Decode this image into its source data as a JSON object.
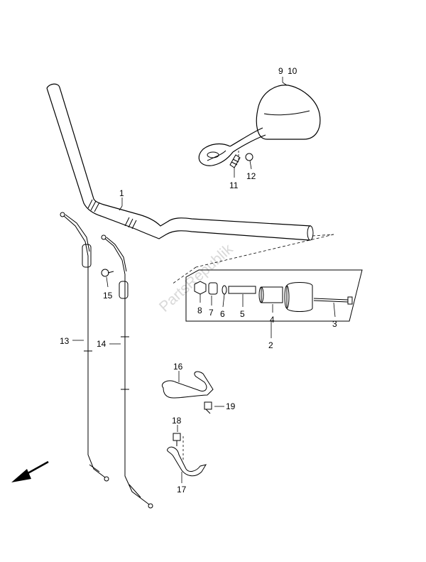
{
  "parts": {
    "p1": "1",
    "p2": "2",
    "p3": "3",
    "p4": "4",
    "p5": "5",
    "p6": "6",
    "p7": "7",
    "p8": "8",
    "p9": "9",
    "p10": "10",
    "p11": "11",
    "p12": "12",
    "p13": "13",
    "p14": "14",
    "p15": "15",
    "p16": "16",
    "p17": "17",
    "p18": "18",
    "p19": "19"
  },
  "watermark": "PartsRepublik"
}
